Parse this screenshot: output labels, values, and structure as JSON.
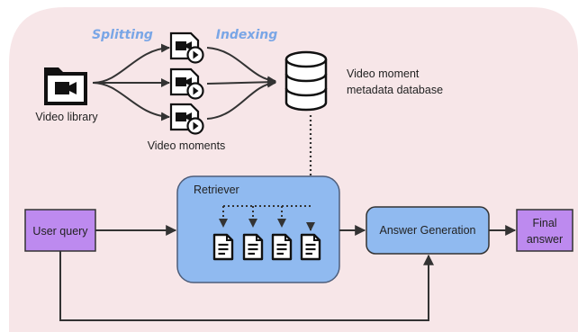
{
  "colors": {
    "canvas": "#f7e6e8",
    "retriever_fill": "#90baf0",
    "retriever_stroke": "#4d5d7a",
    "answer_fill": "#90baf0",
    "purple_fill": "#bd8aef",
    "stage_label": "#7aa6e6",
    "line": "#333333"
  },
  "stages": {
    "splitting": "Splitting",
    "indexing": "Indexing"
  },
  "video_library": {
    "label": "Video library",
    "icon": "folder-video-icon"
  },
  "video_moments": {
    "label": "Video moments",
    "icon": "video-clip-icon"
  },
  "database": {
    "label_line1": "Video moment",
    "label_line2": "metadata database",
    "icon": "database-icon"
  },
  "retriever": {
    "label": "Retriever",
    "doc_icon": "document-icon",
    "doc_count": 4
  },
  "user_query": {
    "label": "User query"
  },
  "answer_generation": {
    "label": "Answer Generation"
  },
  "final_answer": {
    "label_line1": "Final",
    "label_line2": "answer"
  }
}
